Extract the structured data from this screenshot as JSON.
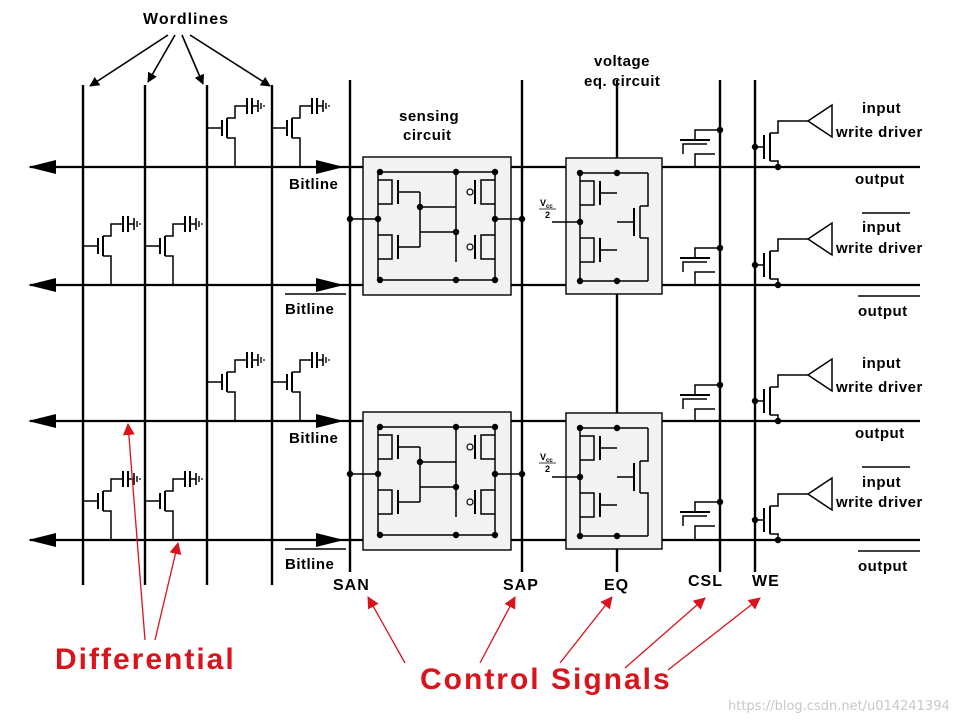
{
  "labels": {
    "wordlines": "Wordlines",
    "sensing_line1": "sensing",
    "sensing_line2": "circuit",
    "voltage_line1": "voltage",
    "voltage_line2": "eq. circuit",
    "bitline": "Bitline",
    "output": "output",
    "input": "input",
    "write_driver": "write driver",
    "vcc_top": "V",
    "vcc_sub": "cc",
    "vcc_den": "2"
  },
  "control_signals": [
    "SAN",
    "SAP",
    "EQ",
    "CSL",
    "WE"
  ],
  "annotations": {
    "differential": "Differential",
    "control_signals": "Control Signals"
  },
  "watermark": "https://blog.csdn.net/u014241394",
  "colors": {
    "line": "#000000",
    "annotation": "#d8141c",
    "box_fill": "#f2f2f2"
  }
}
